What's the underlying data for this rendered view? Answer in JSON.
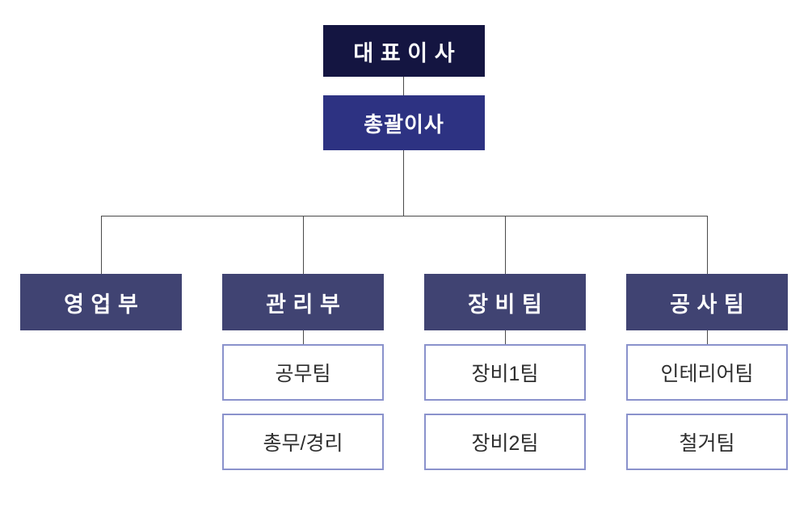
{
  "org_chart": {
    "root": {
      "label": "대표이사"
    },
    "executive": {
      "label": "총괄이사"
    },
    "departments": [
      {
        "label": "영업부",
        "teams": []
      },
      {
        "label": "관리부",
        "teams": [
          {
            "label": "공무팀"
          },
          {
            "label": "총무/경리"
          }
        ]
      },
      {
        "label": "장비팀",
        "teams": [
          {
            "label": "장비1팀"
          },
          {
            "label": "장비2팀"
          }
        ]
      },
      {
        "label": "공사팀",
        "teams": [
          {
            "label": "인테리어팀"
          },
          {
            "label": "철거팀"
          }
        ]
      }
    ],
    "colors": {
      "root_bg": "#141541",
      "executive_bg": "#2D3282",
      "department_bg": "#404372",
      "team_border": "#8A92CC",
      "team_text": "#2E2E2E",
      "node_text": "#FFFFFF",
      "connector": "#4A4A4A",
      "background": "#FFFFFF"
    }
  }
}
